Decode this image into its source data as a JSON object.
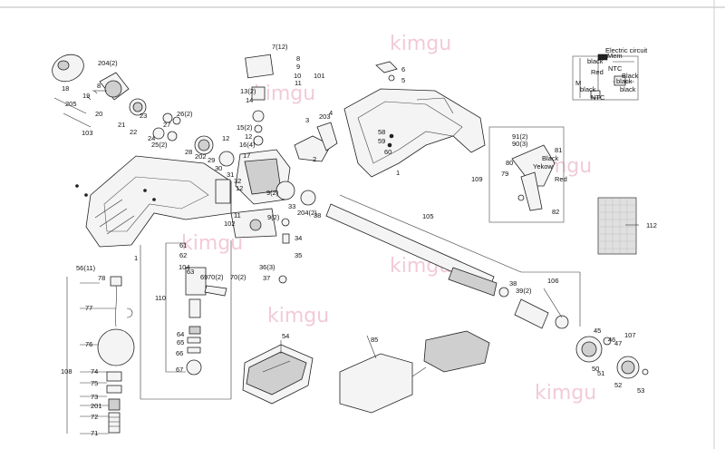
{
  "watermark": "kimgu",
  "circuit": {
    "title": "Electric circuit",
    "labels": [
      "Mem",
      "black",
      "NTC",
      "black",
      "black",
      "black",
      "M",
      "Red",
      "Black",
      "NTC"
    ]
  },
  "callouts": {
    "c1": "1",
    "c2": "2",
    "c3": "3",
    "c4": "4",
    "c5": "5",
    "c6": "6",
    "c7": "7(12)",
    "c8": "8",
    "c9": "9",
    "c10": "10",
    "c11": "11",
    "c12": "12",
    "c13": "13(2)",
    "c14": "14",
    "c15": "15(2)",
    "c16": "16(4)",
    "c17": "17",
    "c18": "18",
    "c19": "19",
    "c20": "20",
    "c21": "21",
    "c22": "22",
    "c23": "23",
    "c24": "24",
    "c25": "25(2)",
    "c26": "26(2)",
    "c27": "27",
    "c28": "28",
    "c29": "29",
    "c30": "30",
    "c31": "31",
    "c32": "32",
    "c33": "33",
    "c34": "34",
    "c35": "35",
    "c36": "36(3)",
    "c37": "37",
    "c38": "38",
    "c38b": "38",
    "c39": "39(2)",
    "c45": "45",
    "c46": "46",
    "c47": "47",
    "c50": "50",
    "c51": "51",
    "c52": "52",
    "c53": "53",
    "c54": "54",
    "c56": "56(11)",
    "c58": "58",
    "c59": "59",
    "c60": "60",
    "c61": "61",
    "c62": "62",
    "c63": "63",
    "c64": "64",
    "c65": "65",
    "c66": "66",
    "c67": "67",
    "c70": "70(2)",
    "c71": "71",
    "c72": "72",
    "c73": "73",
    "c74": "74",
    "c75": "75",
    "c76": "76",
    "c77": "77",
    "c78": "78",
    "c79": "79",
    "c80": "80",
    "c81": "81",
    "c82": "82",
    "c85": "85",
    "c90": "90(3)",
    "c91": "91(2)",
    "c101": "101",
    "c102": "102",
    "c103": "103",
    "c104": "104",
    "c105": "105",
    "c106": "106",
    "c107": "107",
    "c108": "108",
    "c109": "109",
    "c110": "110",
    "c112": "112",
    "c201": "201",
    "c202": "202",
    "c203": "203",
    "c204": "204(2)",
    "c204b": "204(2)",
    "c205": "205",
    "c8b": "8",
    "c9b": "9(2)",
    "c9c": "9(2)",
    "c11b": "11",
    "c12b": "12",
    "c12c": "12",
    "c69": "69",
    "c70b": "70(2)"
  },
  "inset_labels": {
    "black": "Black",
    "yellow": "Yekow",
    "red": "Red"
  }
}
